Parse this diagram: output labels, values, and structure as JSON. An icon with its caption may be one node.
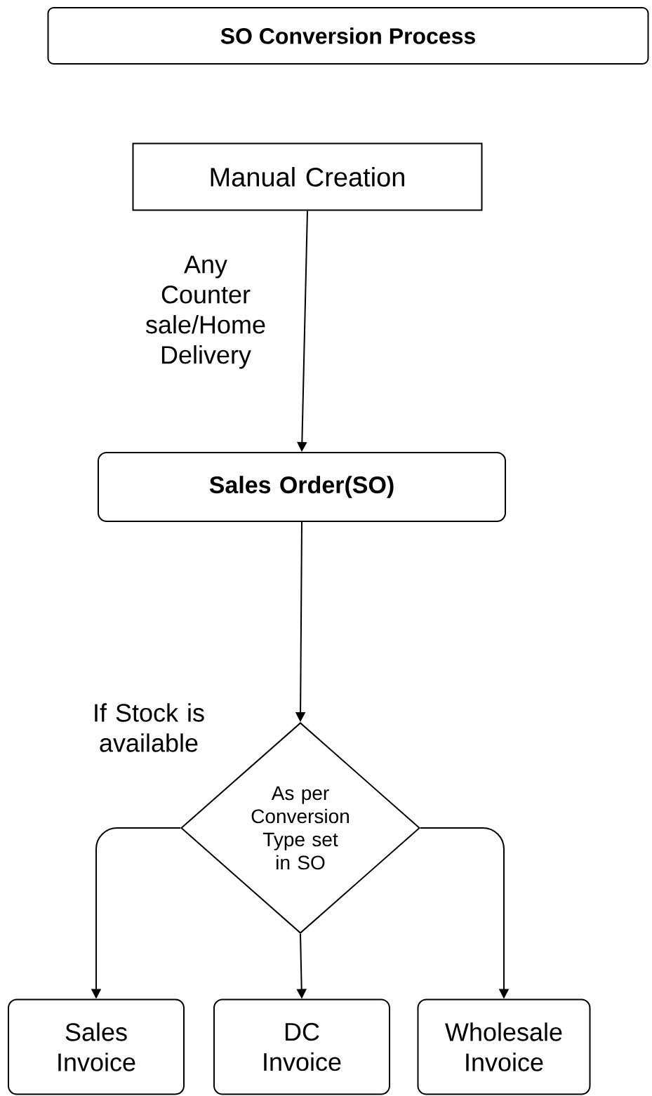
{
  "diagram": {
    "title": "SO Conversion Process",
    "nodes": [
      {
        "text": [
          "Manual Creation"
        ]
      },
      {
        "text": [
          "Sales Order(SO)"
        ]
      },
      {
        "text": [
          "As per Conversion Type set in SO"
        ]
      },
      {
        "text": [
          "Sales Invoice"
        ]
      },
      {
        "text": [
          "DC Invoice"
        ]
      },
      {
        "text": [
          "Wholesale Invoice"
        ]
      }
    ],
    "edges": [
      {
        "from": 0,
        "to": 1,
        "arrow": "to",
        "label": "Any Counter sale/Home Delivery"
      },
      {
        "from": 1,
        "to": 2,
        "arrow": "to",
        "label": "If Stock is available"
      },
      {
        "from": 2,
        "to": 3,
        "arrow": "to"
      },
      {
        "from": 2,
        "to": 4,
        "arrow": "to"
      },
      {
        "from": 2,
        "to": 5,
        "arrow": "to"
      }
    ]
  }
}
